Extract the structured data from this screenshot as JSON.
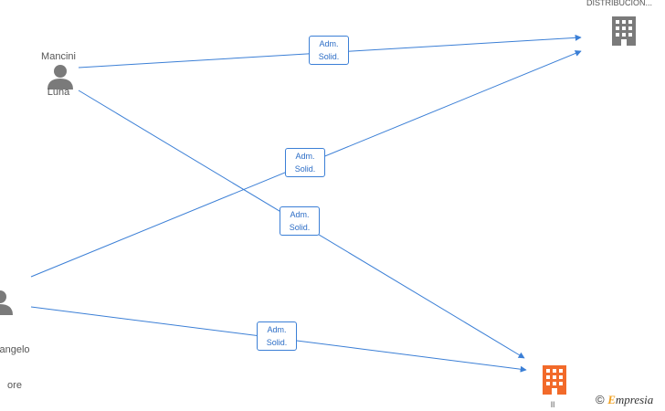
{
  "persons": [
    {
      "id": "mancini",
      "line1": "Mancini",
      "line2": "Luna"
    },
    {
      "id": "angelo",
      "line1": "angelo",
      "line2": "ore"
    }
  ],
  "companies": [
    {
      "id": "distribucion",
      "name": "DISTRIBUCION...",
      "color": "#7a7a7a"
    },
    {
      "id": "il",
      "name": "Il",
      "color": "#f26a2a"
    }
  ],
  "edges": [
    {
      "from": "mancini",
      "to": "distribucion",
      "label_line1": "Adm.",
      "label_line2": "Solid."
    },
    {
      "from": "mancini",
      "to": "il",
      "label_line1": "Adm.",
      "label_line2": "Solid."
    },
    {
      "from": "angelo",
      "to": "distribucion",
      "label_line1": "Adm.",
      "label_line2": "Solid."
    },
    {
      "from": "angelo",
      "to": "il",
      "label_line1": "Adm.",
      "label_line2": "Solid."
    }
  ],
  "colors": {
    "edge": "#3b7fd6",
    "person_icon": "#7a7a7a"
  },
  "watermark": {
    "copyright": "©",
    "brand_initial": "E",
    "brand_rest": "mpresia"
  }
}
